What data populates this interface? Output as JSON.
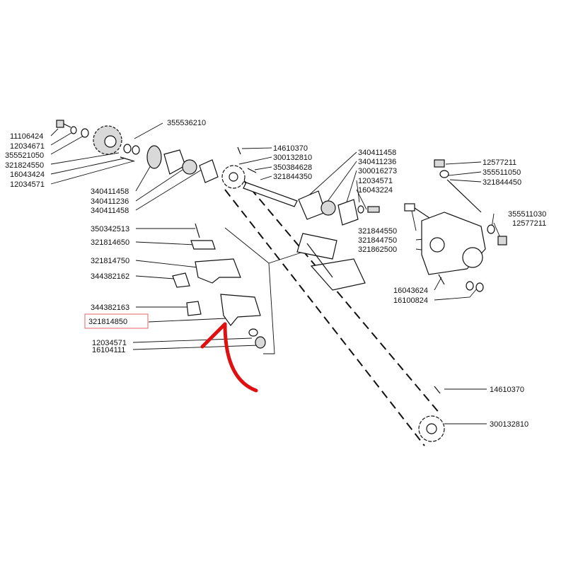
{
  "colors": {
    "ink": "#111111",
    "highlight": "#e06464",
    "arrow": "#e01010"
  },
  "labels": [
    {
      "id": "l01",
      "text": "11106424"
    },
    {
      "id": "l02",
      "text": "12034671"
    },
    {
      "id": "l03",
      "text": "355521050"
    },
    {
      "id": "l04",
      "text": "321824550"
    },
    {
      "id": "l05",
      "text": "16043424"
    },
    {
      "id": "l06",
      "text": "12034571"
    },
    {
      "id": "l07",
      "text": "355536210"
    },
    {
      "id": "l08",
      "text": "340411458"
    },
    {
      "id": "l09",
      "text": "340411236"
    },
    {
      "id": "l10",
      "text": "340411458"
    },
    {
      "id": "l11",
      "text": "14610370"
    },
    {
      "id": "l12",
      "text": "300132810"
    },
    {
      "id": "l13",
      "text": "350384628"
    },
    {
      "id": "l14",
      "text": "321844350"
    },
    {
      "id": "l15",
      "text": "340411458"
    },
    {
      "id": "l16",
      "text": "340411236"
    },
    {
      "id": "l17",
      "text": "300016273"
    },
    {
      "id": "l18",
      "text": "12034571"
    },
    {
      "id": "l19",
      "text": "16043224"
    },
    {
      "id": "l20",
      "text": "12577211"
    },
    {
      "id": "l21",
      "text": "355511050"
    },
    {
      "id": "l22",
      "text": "321844450"
    },
    {
      "id": "l23",
      "text": "355511030"
    },
    {
      "id": "l24",
      "text": "12577211"
    },
    {
      "id": "l25",
      "text": "350342513"
    },
    {
      "id": "l26",
      "text": "321814650"
    },
    {
      "id": "l27",
      "text": "321814750"
    },
    {
      "id": "l28",
      "text": "344382162"
    },
    {
      "id": "l29",
      "text": "344382163"
    },
    {
      "id": "l30",
      "text": "321814850"
    },
    {
      "id": "l31",
      "text": "12034571"
    },
    {
      "id": "l32",
      "text": "16104111"
    },
    {
      "id": "l33",
      "text": "321844550"
    },
    {
      "id": "l34",
      "text": "321844750"
    },
    {
      "id": "l35",
      "text": "321862500"
    },
    {
      "id": "l36",
      "text": "16043624"
    },
    {
      "id": "l37",
      "text": "16100824"
    },
    {
      "id": "l38",
      "text": "14610370"
    },
    {
      "id": "l39",
      "text": "300132810"
    }
  ],
  "highlighted_part": "321814850"
}
